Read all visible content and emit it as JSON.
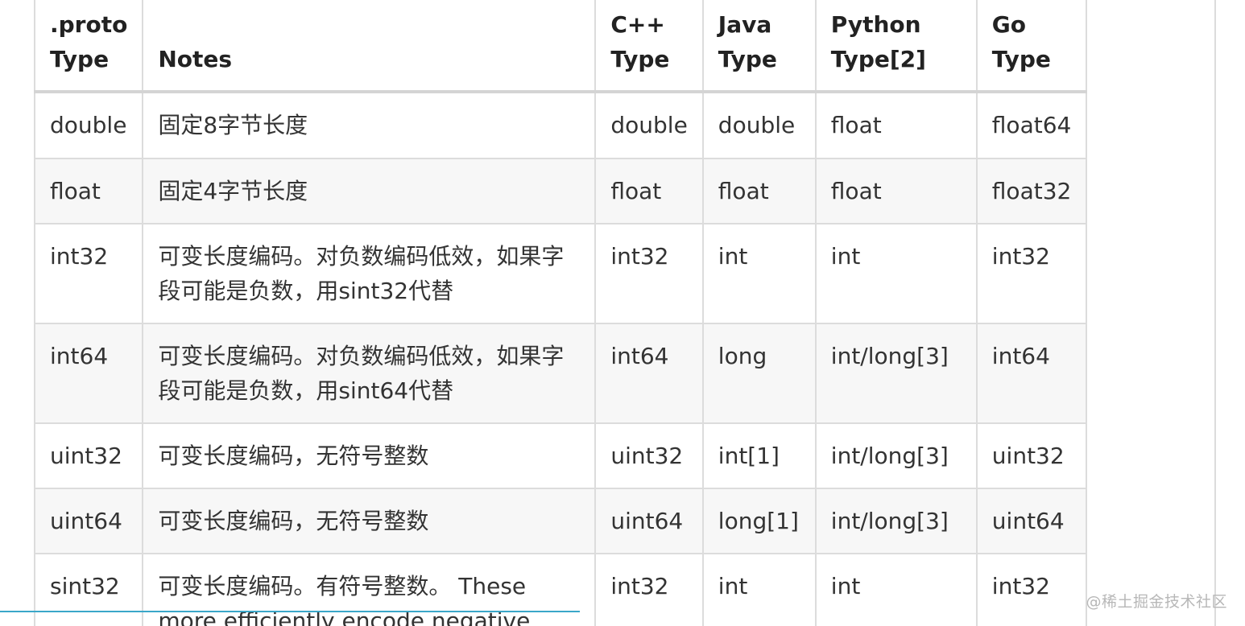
{
  "table": {
    "headers": [
      {
        "line1": ".proto",
        "line2": "Type"
      },
      {
        "line1": "",
        "line2": "Notes"
      },
      {
        "line1": "C++",
        "line2": "Type"
      },
      {
        "line1": "Java",
        "line2": "Type"
      },
      {
        "line1": "Python",
        "line2": "Type[2]"
      },
      {
        "line1": "Go",
        "line2": "Type"
      }
    ],
    "rows": [
      {
        "proto": "double",
        "notes": "固定8字节长度",
        "cpp": "double",
        "java": "double",
        "python": "float",
        "go": "float64"
      },
      {
        "proto": "float",
        "notes": "固定4字节长度",
        "cpp": "float",
        "java": "float",
        "python": "float",
        "go": "float32"
      },
      {
        "proto": "int32",
        "notes": "可变长度编码。对负数编码低效，如果字段可能是负数，用sint32代替",
        "cpp": "int32",
        "java": "int",
        "python": "int",
        "go": "int32"
      },
      {
        "proto": "int64",
        "notes": "可变长度编码。对负数编码低效，如果字段可能是负数，用sint64代替",
        "cpp": "int64",
        "java": "long",
        "python": "int/long[3]",
        "go": "int64"
      },
      {
        "proto": "uint32",
        "notes": "可变长度编码，无符号整数",
        "cpp": "uint32",
        "java": "int[1]",
        "python": "int/long[3]",
        "go": "uint32"
      },
      {
        "proto": "uint64",
        "notes": "可变长度编码，无符号整数",
        "cpp": "uint64",
        "java": "long[1]",
        "python": "int/long[3]",
        "go": "uint64"
      },
      {
        "proto": "sint32",
        "notes": "可变长度编码。有符号整数。 These more efficiently encode negative",
        "cpp": "int32",
        "java": "int",
        "python": "int",
        "go": "int32"
      }
    ]
  },
  "watermark": "@稀土掘金技术社区",
  "colors": {
    "border": "#dcdcdc",
    "stripe": "#f7f7f7",
    "progress": "#3aa7c9"
  }
}
